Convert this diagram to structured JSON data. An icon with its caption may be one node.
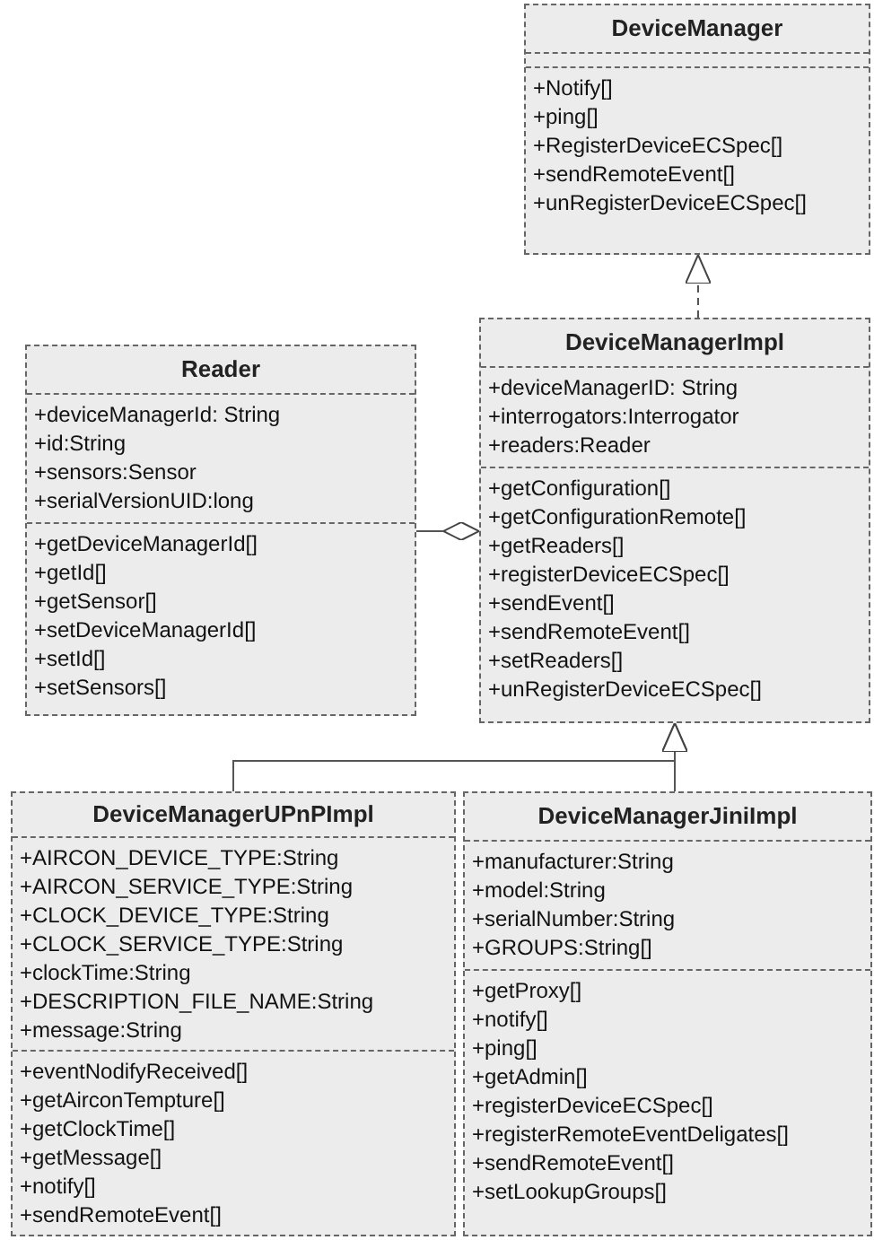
{
  "diagram": {
    "nodes": [
      {
        "text": [
          "DeviceManager"
        ]
      },
      {
        "text": [],
        "shape": "box",
        "in": 0
      },
      {
        "text": [
          "+Notify[]",
          "+ping[]",
          "+RegisterDeviceECSpec[]",
          "+sendRemoteEvent[]",
          "+unRegisterDeviceECSpec[]"
        ],
        "in": 0
      },
      {
        "text": [
          "Reader"
        ]
      },
      {
        "text": [
          "+deviceManagerId: String",
          "+id:String",
          "+sensors:Sensor",
          "+serialVersionUID:long"
        ],
        "in": 3
      },
      {
        "text": [
          "+getDeviceManagerId[]",
          "+getId[]",
          "+getSensor[]",
          "+setDeviceManagerId[]",
          "+setId[]",
          "+setSensors[]"
        ],
        "in": 3
      },
      {
        "text": [
          "DeviceManagerImpl"
        ]
      },
      {
        "text": [
          "+deviceManagerID: String",
          "+interrogators:Interrogator",
          "+readers:Reader"
        ],
        "in": 6
      },
      {
        "text": [
          "+getConfiguration[]",
          "+getConfigurationRemote[]",
          "+getReaders[]",
          "+registerDeviceECSpec[]",
          "+sendEvent[]",
          "+sendRemoteEvent[]",
          "+setReaders[]",
          "+unRegisterDeviceECSpec[]"
        ],
        "in": 6
      },
      {
        "text": [
          "DeviceManagerUPnPImpl"
        ]
      },
      {
        "text": [
          "+AIRCON_DEVICE_TYPE:String",
          "+AIRCON_SERVICE_TYPE:String",
          "+CLOCK_DEVICE_TYPE:String",
          "+CLOCK_SERVICE_TYPE:String",
          "+clockTime:String",
          "+DESCRIPTION_FILE_NAME:String",
          "+message:String"
        ],
        "in": 9
      },
      {
        "text": [
          "+eventNodifyReceived[]",
          "+getAirconTempture[]",
          "+getClockTime[]",
          "+getMessage[]",
          "+notify[]",
          "+sendRemoteEvent[]"
        ],
        "in": 9
      },
      {
        "text": [
          "DeviceManagerJiniImpl"
        ]
      },
      {
        "text": [
          "+manufacturer:String",
          "+model:String",
          "+serialNumber:String",
          "+GROUPS:String[]"
        ],
        "in": 12
      },
      {
        "text": [
          "+getProxy[]",
          "+notify[]",
          "+ping[]",
          "+getAdmin[]",
          "+registerDeviceECSpec[]",
          "+registerRemoteEventDeligates[]",
          "+sendRemoteEvent[]",
          "+setLookupGroups[]"
        ],
        "in": 12
      }
    ],
    "edges": [
      {
        "from": 6,
        "to": 0,
        "arrow": "to",
        "style": "dashed"
      },
      {
        "from": 3,
        "to": 6,
        "arrow": "other"
      },
      {
        "from": 9,
        "to": 6,
        "arrow": "to"
      },
      {
        "from": 12,
        "to": 6,
        "arrow": "to"
      }
    ]
  }
}
